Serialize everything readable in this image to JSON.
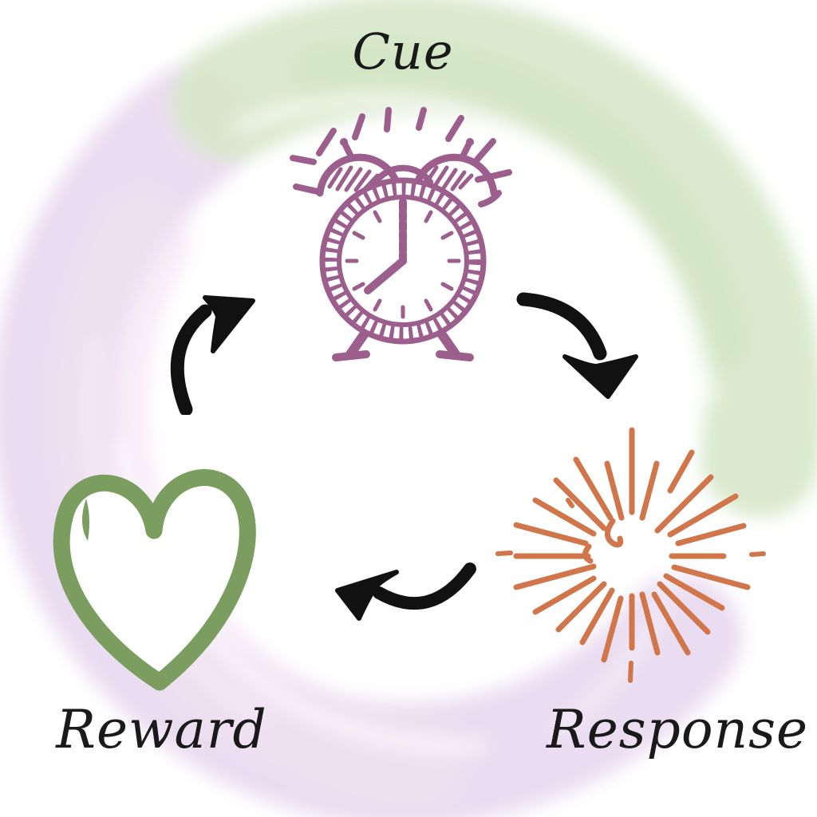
{
  "diagram": {
    "type": "cycle",
    "subject": "habit-loop",
    "nodes": [
      {
        "id": "cue",
        "label": "Cue",
        "icon": "alarm-clock-icon",
        "icon_color": "#9c5e8c",
        "position": "top",
        "detail": "sketched alarm clock showing 7:00 with ringing marks"
      },
      {
        "id": "response",
        "label": "Response",
        "icon": "sunburst-icon",
        "icon_color": "#d0764a",
        "position": "bottom-right",
        "detail": "radiating spark burst"
      },
      {
        "id": "reward",
        "label": "Reward",
        "icon": "heart-icon",
        "icon_color": "#7b9e60",
        "position": "bottom-left",
        "detail": "outlined doodle heart with accent stroke"
      }
    ],
    "edges": [
      {
        "from": "cue",
        "to": "response",
        "style": "black curved swoosh arrow",
        "direction": "down-right"
      },
      {
        "from": "response",
        "to": "reward",
        "style": "black curved swoosh arrow",
        "direction": "left"
      },
      {
        "from": "reward",
        "to": "cue",
        "style": "black curved swoosh arrow",
        "direction": "up-right"
      }
    ],
    "background": {
      "description": "circular watercolor brush wreath on white",
      "wash_green": "#d7e8ca",
      "wash_lavender": "#e9d9ef",
      "wash_pink": "#f2e2f1"
    },
    "palette": {
      "text": "#1a1a1a",
      "arrow_black": "#111111",
      "clock_purple": "#9c5e8c",
      "burst_orange": "#d0764a",
      "heart_green": "#7b9e60"
    }
  }
}
